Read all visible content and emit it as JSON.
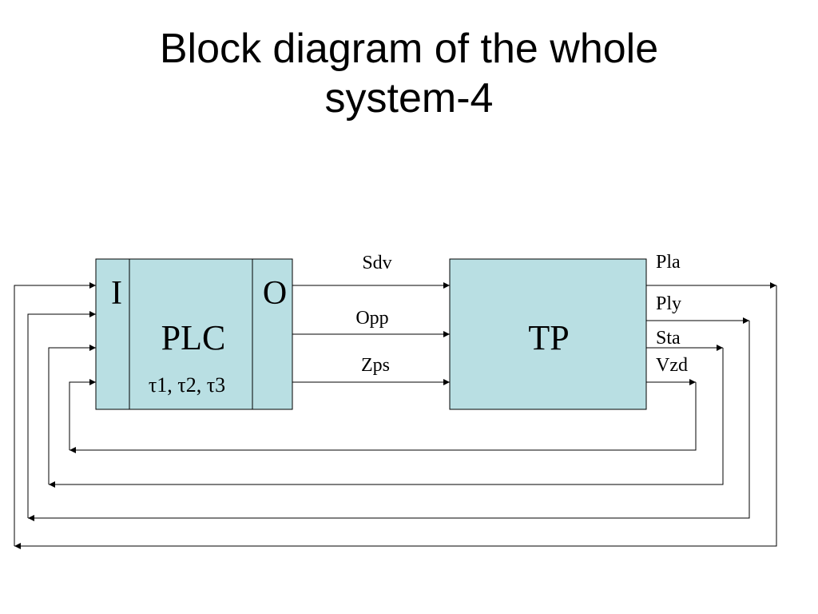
{
  "title": {
    "line1": "Block diagram of the whole",
    "line2": "system-4"
  },
  "colors": {
    "block_fill": "#b9dfe3",
    "stroke": "#000000",
    "background": "#ffffff"
  },
  "plc": {
    "input_label": "I",
    "output_label": "O",
    "name": "PLC",
    "params": "τ1, τ2, τ3"
  },
  "tp": {
    "name": "TP"
  },
  "plc_to_tp_signals": [
    "Sdv",
    "Opp",
    "Zps"
  ],
  "tp_output_signals": [
    "Pla",
    "Ply",
    "Sta",
    "Vzd"
  ]
}
